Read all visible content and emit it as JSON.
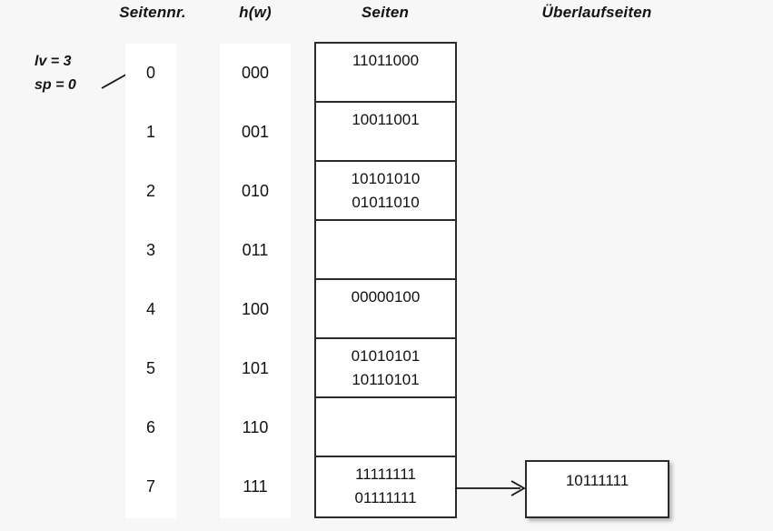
{
  "headers": {
    "page_number": "Seitennr.",
    "hash": "h(w)",
    "pages": "Seiten",
    "overflow_pages": "Überlaufseiten"
  },
  "annotation": {
    "level": "lv = 3",
    "split_pointer": "sp = 0"
  },
  "rows": [
    {
      "number": "0",
      "hash": "000",
      "records": [
        "11011000"
      ]
    },
    {
      "number": "1",
      "hash": "001",
      "records": [
        "10011001"
      ]
    },
    {
      "number": "2",
      "hash": "010",
      "records": [
        "10101010",
        "01011010"
      ]
    },
    {
      "number": "3",
      "hash": "011",
      "records": []
    },
    {
      "number": "4",
      "hash": "100",
      "records": [
        "00000100"
      ]
    },
    {
      "number": "5",
      "hash": "101",
      "records": [
        "01010101",
        "10110101"
      ]
    },
    {
      "number": "6",
      "hash": "110",
      "records": []
    },
    {
      "number": "7",
      "hash": "111",
      "records": [
        "11111111",
        "01111111"
      ]
    }
  ],
  "overflow": {
    "from_row": "7",
    "records": [
      "10111111"
    ]
  },
  "colors": {
    "background": "#f7f7f7",
    "box_fill": "#ffffff",
    "box_border": "#2b2b2b",
    "text": "#111111"
  }
}
